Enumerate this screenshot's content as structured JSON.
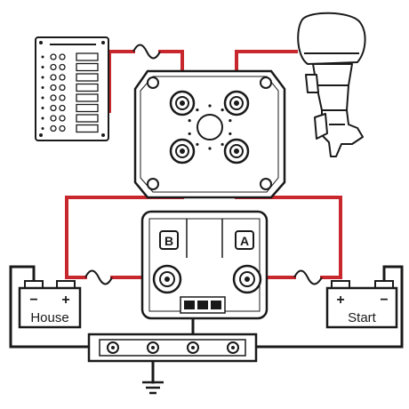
{
  "labels": {
    "battery_house": "House",
    "battery_start": "Start",
    "house_plus": "+",
    "house_minus": "−",
    "start_plus": "+",
    "start_minus": "−",
    "acr_terminal_b": "B",
    "acr_terminal_a": "A"
  },
  "colors": {
    "positive_wire": "#c8282d",
    "negative_wire": "#1a1a1a",
    "background": "#ffffff"
  },
  "icons": [
    "fuse-panel-icon",
    "battery-switch-icon",
    "outboard-motor-icon",
    "acr-relay-icon",
    "negative-busbar-icon",
    "ground-symbol-icon",
    "inline-fuse-icon"
  ]
}
